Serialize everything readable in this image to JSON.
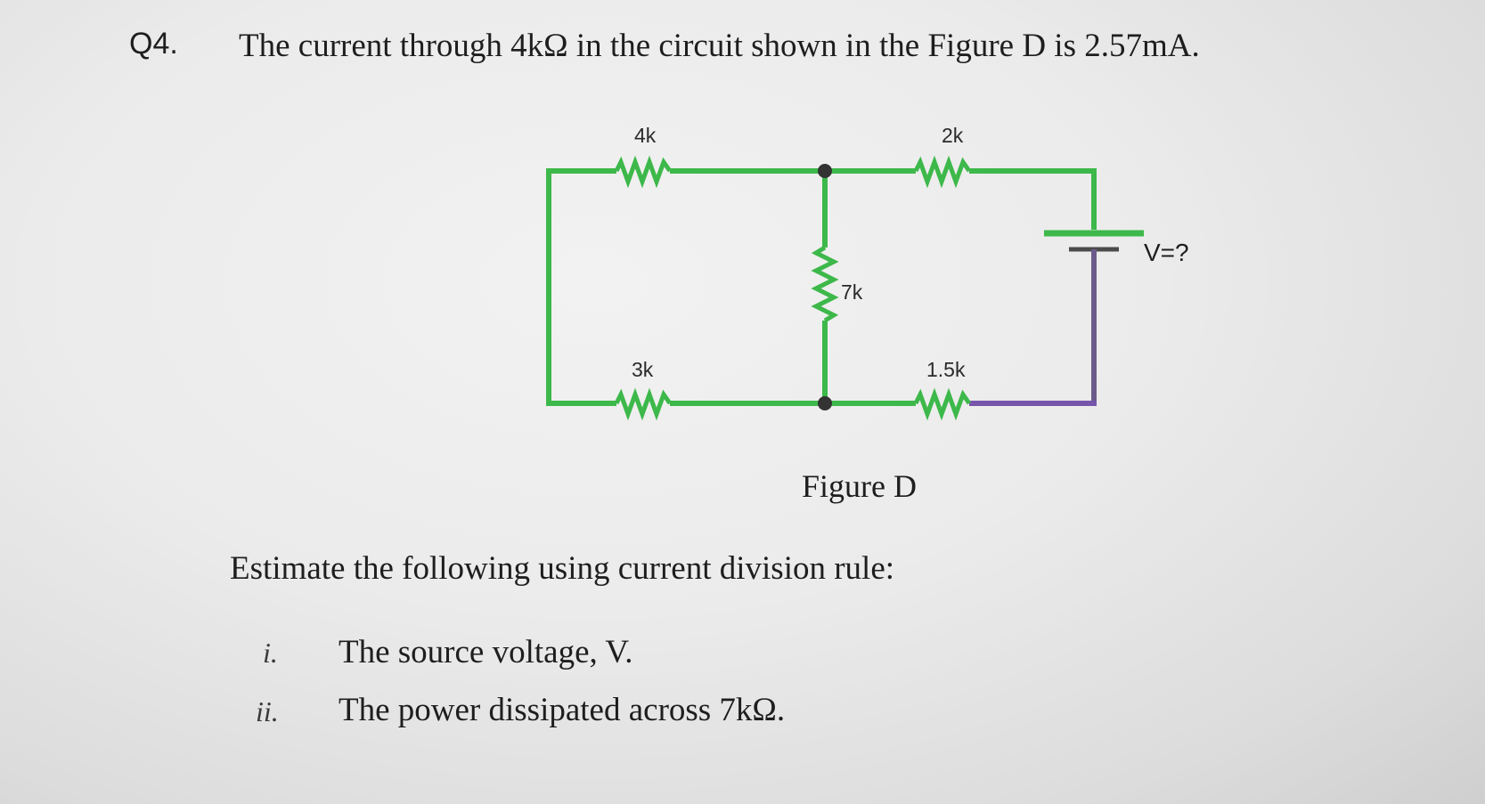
{
  "question": {
    "number": "Q4.",
    "text": "The current through 4kΩ in the circuit shown in the Figure D is 2.57mA."
  },
  "figure": {
    "caption": "Figure D",
    "resistors": {
      "top_left": "4k",
      "top_right": "2k",
      "middle": "7k",
      "bottom_left": "3k",
      "bottom_right": "1.5k"
    },
    "source_label": "V=?",
    "colors": {
      "wire_green": "#3db84a",
      "wire_purple": "#7755aa",
      "source_wire": "#6b5a8a",
      "node": "#333333"
    }
  },
  "instruction": "Estimate the following using current division rule:",
  "items": [
    {
      "num": "i.",
      "text": "The source voltage, V."
    },
    {
      "num": "ii.",
      "text": "The power dissipated across 7kΩ."
    }
  ]
}
